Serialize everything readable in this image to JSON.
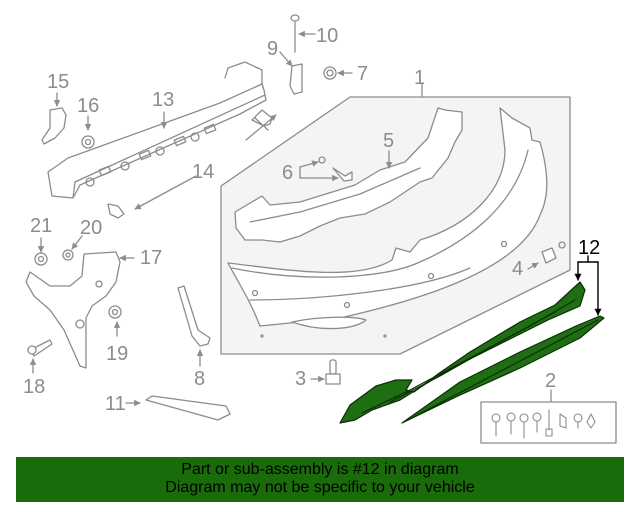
{
  "diagram": {
    "highlight_color": "#1a6b0a",
    "line_color": "#8c8c8c",
    "panel_fill": "#f4f4f4",
    "highlighted_part": "12",
    "callouts": [
      {
        "id": "1",
        "label": "1"
      },
      {
        "id": "2",
        "label": "2"
      },
      {
        "id": "3",
        "label": "3"
      },
      {
        "id": "4",
        "label": "4"
      },
      {
        "id": "5",
        "label": "5"
      },
      {
        "id": "6",
        "label": "6"
      },
      {
        "id": "7",
        "label": "7"
      },
      {
        "id": "8",
        "label": "8"
      },
      {
        "id": "9",
        "label": "9"
      },
      {
        "id": "10",
        "label": "10"
      },
      {
        "id": "11",
        "label": "11"
      },
      {
        "id": "12",
        "label": "12"
      },
      {
        "id": "13",
        "label": "13"
      },
      {
        "id": "14",
        "label": "14"
      },
      {
        "id": "15",
        "label": "15"
      },
      {
        "id": "16",
        "label": "16"
      },
      {
        "id": "17",
        "label": "17"
      },
      {
        "id": "18",
        "label": "18"
      },
      {
        "id": "19",
        "label": "19"
      },
      {
        "id": "20",
        "label": "20"
      },
      {
        "id": "21",
        "label": "21"
      }
    ]
  },
  "banner": {
    "line1": "Part or sub-assembly is #12 in diagram",
    "line2": "Diagram may not be specific to your vehicle",
    "background": "#1a6b0a"
  }
}
